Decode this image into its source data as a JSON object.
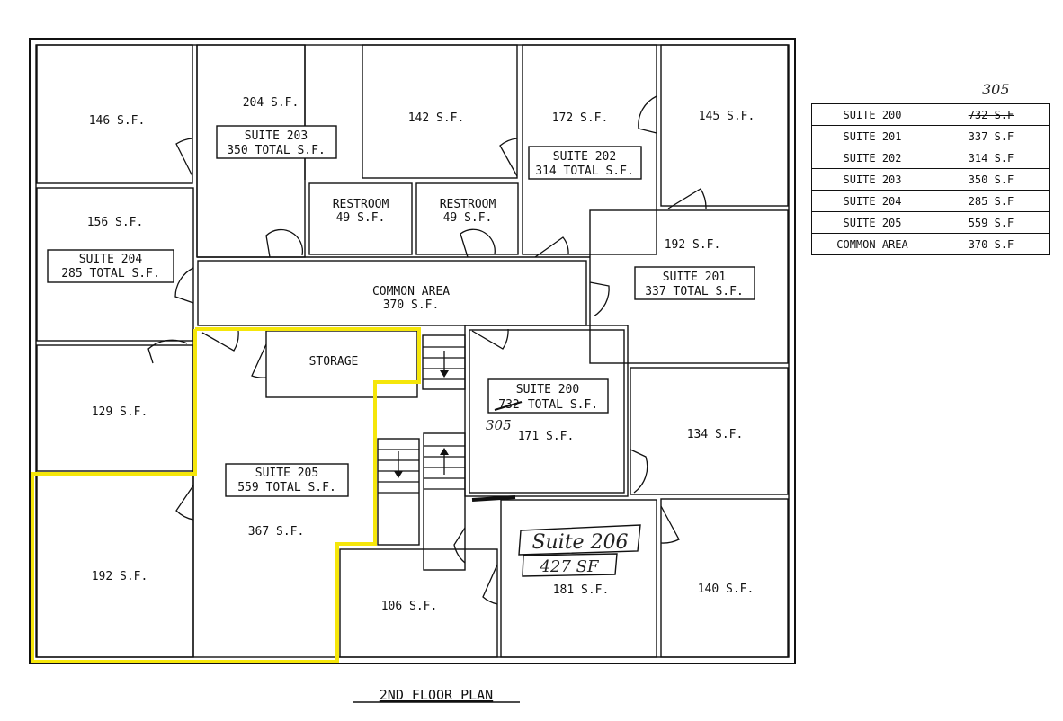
{
  "plan_title": "2ND FLOOR PLAN",
  "highlight_color": "#f5e60a",
  "rooms": {
    "r146": "146 S.F.",
    "r204": "204 S.F.",
    "r142": "142 S.F.",
    "r172": "172 S.F.",
    "r145": "145 S.F.",
    "r156": "156 S.F.",
    "r192_right": "192 S.F.",
    "r129": "129 S.F.",
    "r192_left": "192 S.F.",
    "r367": "367 S.F.",
    "r106": "106 S.F.",
    "r171": "171 S.F.",
    "r134": "134 S.F.",
    "r181": "181 S.F.",
    "r140": "140 S.F.",
    "storage": "STORAGE",
    "restroom1_name": "RESTROOM",
    "restroom1_area": "49 S.F.",
    "restroom2_name": "RESTROOM",
    "restroom2_area": "49 S.F.",
    "common_name": "COMMON AREA",
    "common_area": "370 S.F."
  },
  "suite_labels": {
    "s203_name": "SUITE 203",
    "s203_total": "350 TOTAL S.F.",
    "s202_name": "SUITE 202",
    "s202_total": "314 TOTAL S.F.",
    "s204_name": "SUITE 204",
    "s204_total": "285 TOTAL S.F.",
    "s201_name": "SUITE 201",
    "s201_total": "337 TOTAL S.F.",
    "s200_name": "SUITE 200",
    "s200_total_struck": "732",
    "s200_total_rest": " TOTAL S.F.",
    "s200_correction": "305",
    "s205_name": "SUITE 205",
    "s205_total": "559 TOTAL S.F."
  },
  "handwritten": {
    "suite206_name": "Suite 206",
    "suite206_area": "427 SF"
  },
  "legend": {
    "correction": "305",
    "rows": [
      {
        "name": "SUITE 200",
        "value": "732 S.F",
        "struck": true
      },
      {
        "name": "SUITE 201",
        "value": "337 S.F"
      },
      {
        "name": "SUITE 202",
        "value": "314 S.F"
      },
      {
        "name": "SUITE 203",
        "value": "350 S.F"
      },
      {
        "name": "SUITE 204",
        "value": "285 S.F"
      },
      {
        "name": "SUITE 205",
        "value": "559 S.F"
      },
      {
        "name": "COMMON AREA",
        "value": "370 S.F"
      }
    ]
  }
}
